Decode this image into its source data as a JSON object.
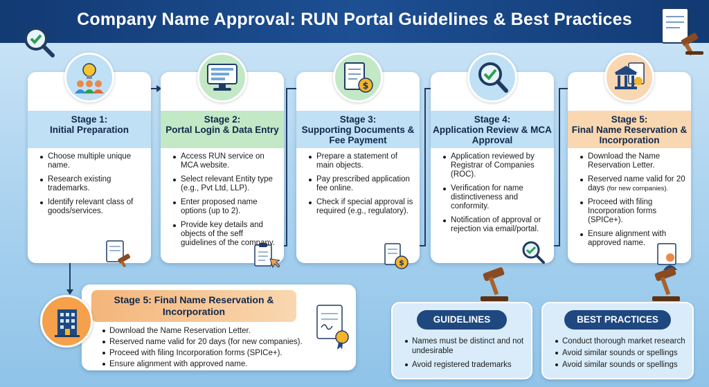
{
  "header": {
    "title": "Company Name Approval: RUN Portal Guidelines & Best Practices"
  },
  "colors": {
    "banner": "#1d4f93",
    "stage1": "#bfe0f5",
    "stage2": "#c2e8c6",
    "stage3": "#bfe0f5",
    "stage4": "#bfe0f5",
    "stage5": "#f9d7b0",
    "pill": "#1f4880"
  },
  "stages": [
    {
      "label": "Stage 1:",
      "title": "Initial Preparation",
      "icon": "lightbulb-team-icon",
      "items": [
        "Choose multiple unique name.",
        "Research existing trademarks.",
        "Identify relevant class of goods/services."
      ]
    },
    {
      "label": "Stage 2:",
      "title": "Portal Login & Data Entry",
      "icon": "computer-form-icon",
      "items": [
        "Access RUN service on MCA website.",
        "Select relevant Entity type (e.g., Pvt Ltd, LLP).",
        "Enter proposed name options (up to 2).",
        "Provide key details and objects of the seff guidelines of the company."
      ]
    },
    {
      "label": "Stage 3:",
      "title": "Supporting Documents & Fee Payment",
      "icon": "document-coin-icon",
      "items": [
        "Prepare a statement of main objects.",
        "Pay prescribed application fee online.",
        "Check if special approval is required (e.g., regulatory)."
      ]
    },
    {
      "label": "Stage 4:",
      "title": "Application Review & MCA Approval",
      "icon": "magnifier-check-icon",
      "items": [
        "Application reviewed by Registrar of Companies (ROC).",
        "Verification for name distinctiveness and conformity.",
        "Notification of approval or rejection via email/portal."
      ]
    },
    {
      "label": "Stage 5:",
      "title": "Final Name Reservation & Incorporation",
      "icon": "bank-certificate-icon",
      "items": [
        "Download the Name Reservation Letter.",
        "Reserved name valid for 20 days",
        "(for new companies).",
        "Proceed with filing Incorporation forms (SPICe+).",
        "Ensure alignment with approved name."
      ]
    }
  ],
  "summary": {
    "title": "Stage 5: Final Name Reservation & Incorporation",
    "items": [
      "Download the Name Reservation Letter.",
      "Reserved name valid for 20 days (for new companies).",
      "Proceed with filing Incorporation forms (SPICe+).",
      "Ensure alignment with approved name."
    ]
  },
  "guidelines": {
    "title": "GUIDELINES",
    "items": [
      "Names must be distinct and not undesirable",
      "Avoid registered trademarks"
    ]
  },
  "best_practices": {
    "title": "BEST PRACTICES",
    "items": [
      "Conduct thorough market research",
      "Avoid similar sounds or spellings",
      "Avoid similar sounds or spellings"
    ]
  }
}
